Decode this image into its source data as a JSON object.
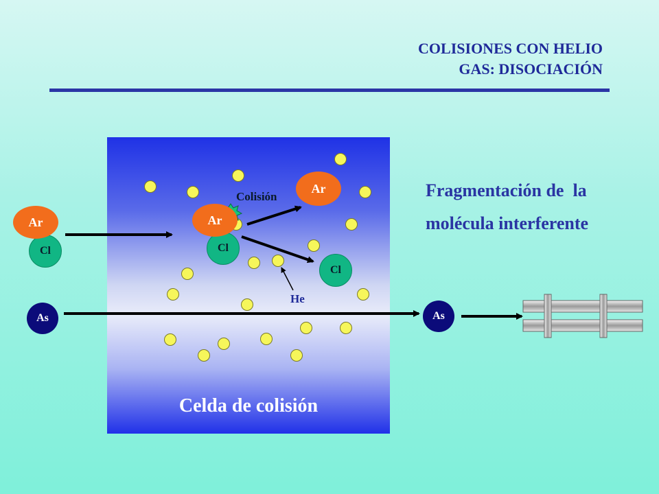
{
  "title": {
    "line1": "COLISIONES CON HELIO",
    "line2": "GAS: DISOCIACIÓN"
  },
  "cell": {
    "label": "Celda de colisión"
  },
  "fragmentation": {
    "line1": "Fragmentación de  la",
    "line2": "molécula interferente"
  },
  "labels": {
    "collision": "Colisión",
    "helium": "He"
  },
  "atoms": {
    "argon": "Ar",
    "chlorine": "Cl",
    "arsenic": "As"
  },
  "colors": {
    "argon": "#f26d1c",
    "chlorine": "#11b684",
    "arsenic": "#0b0b7a",
    "helium": "#f6f65a",
    "title": "#1f2a99",
    "collision_star": "#19c47a"
  }
}
